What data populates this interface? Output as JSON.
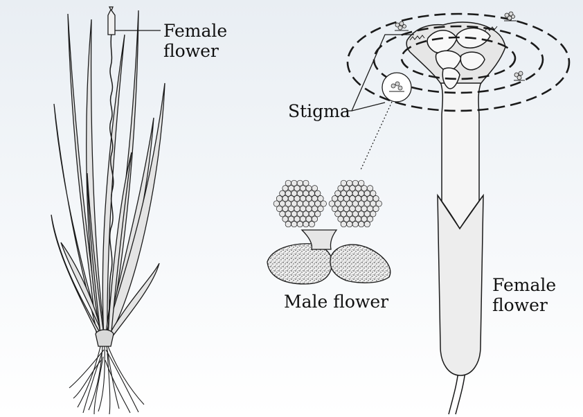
{
  "labels": {
    "female_flower_top": [
      "Female",
      "flower"
    ],
    "stigma": "Stigma",
    "male_flower": "Male flower",
    "female_flower_right": [
      "Female",
      "flower"
    ]
  },
  "colors": {
    "line": "#1a1a1a",
    "leaf_fill": "#e4e4e4",
    "flower_fill": "#f5f5f5",
    "pollen_fill": "#e8e8e8",
    "background_top": "#e9eef3"
  }
}
